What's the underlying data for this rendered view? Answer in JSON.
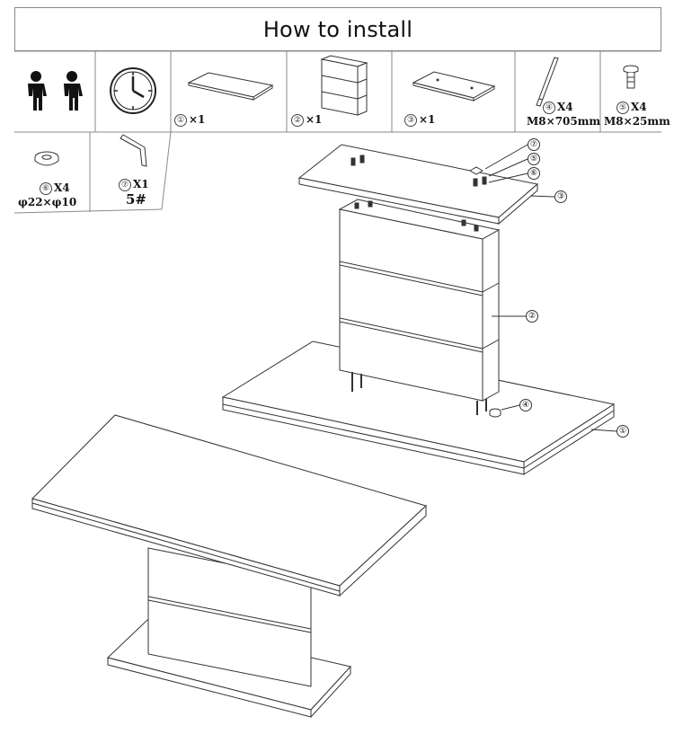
{
  "title": "How to install",
  "parts": [
    {
      "num": "①",
      "qty": "×1"
    },
    {
      "num": "②",
      "qty": "×1"
    },
    {
      "num": "③",
      "qty": "×1"
    },
    {
      "num": "④",
      "qty": "X4",
      "spec": "M8×705mm"
    },
    {
      "num": "⑤",
      "qty": "X4",
      "spec": "M8×25mm"
    },
    {
      "num": "⑥",
      "qty": "X4",
      "spec": "φ22×φ10"
    },
    {
      "num": "⑦",
      "qty": "X1",
      "spec": "5#"
    }
  ],
  "callouts": [
    "⑦",
    "⑤",
    "⑥",
    "③",
    "②",
    "④",
    "①"
  ]
}
